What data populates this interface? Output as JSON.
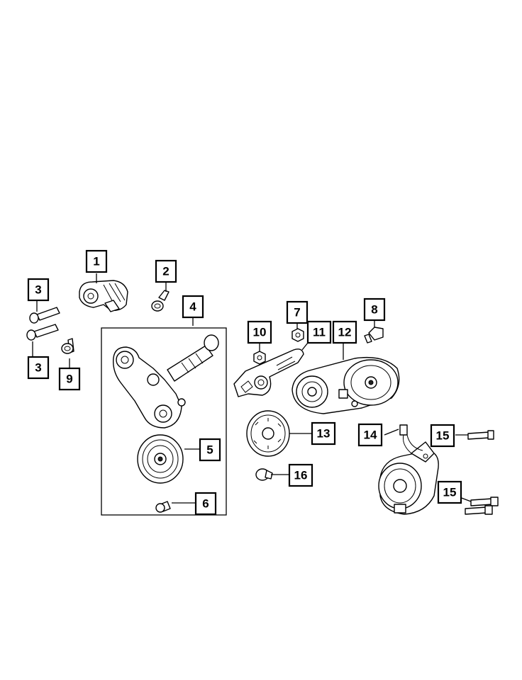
{
  "callouts": [
    {
      "id": "c1",
      "label": "1"
    },
    {
      "id": "c2",
      "label": "2"
    },
    {
      "id": "c3a",
      "label": "3"
    },
    {
      "id": "c3b",
      "label": "3"
    },
    {
      "id": "c4",
      "label": "4"
    },
    {
      "id": "c5",
      "label": "5"
    },
    {
      "id": "c6",
      "label": "6"
    },
    {
      "id": "c7",
      "label": "7"
    },
    {
      "id": "c8",
      "label": "8"
    },
    {
      "id": "c9",
      "label": "9"
    },
    {
      "id": "c10",
      "label": "10"
    },
    {
      "id": "c11",
      "label": "11"
    },
    {
      "id": "c12",
      "label": "12"
    },
    {
      "id": "c13",
      "label": "13"
    },
    {
      "id": "c14",
      "label": "14"
    },
    {
      "id": "c15a",
      "label": "15"
    },
    {
      "id": "c15b",
      "label": "15"
    },
    {
      "id": "c16",
      "label": "16"
    }
  ]
}
